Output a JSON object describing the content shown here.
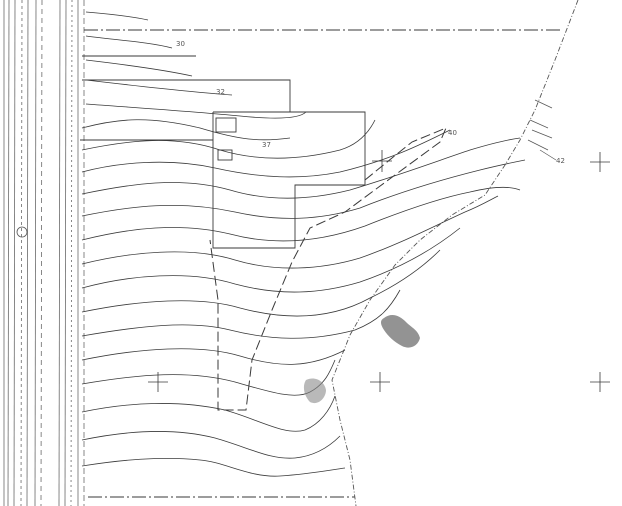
{
  "map": {
    "contour_labels": [
      "30",
      "32",
      "37",
      "40",
      "42"
    ]
  },
  "colors": {
    "line": "#3a3a3a",
    "faint": "#8a8a8a",
    "wetland": "#6f6f6f",
    "paper": "#ffffff"
  }
}
